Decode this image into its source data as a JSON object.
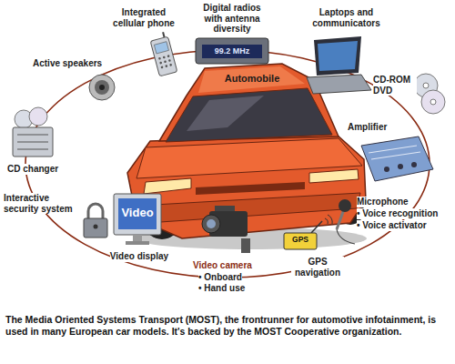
{
  "diagram": {
    "caption": "The Media Oriented Systems Transport (MOST), the frontrunner for automotive infotainment, is used in many European car models. It's backed by the MOST Cooperative organization.",
    "labels": [
      "Integrated cellular phone",
      "Digital radios with antenna diversity",
      "99.2 MHz",
      "Laptops and communicators",
      "CD-ROM DVD",
      "Active speakers",
      "Automobile",
      "Amplifier",
      "CD changer",
      "Interactive security system",
      "Video",
      "Video display",
      "Video camera",
      "• Onboard",
      "• Hand use",
      "GPS",
      "GPS navigation",
      "Microphone",
      "• Voice recognition",
      "• Voice activator"
    ]
  }
}
